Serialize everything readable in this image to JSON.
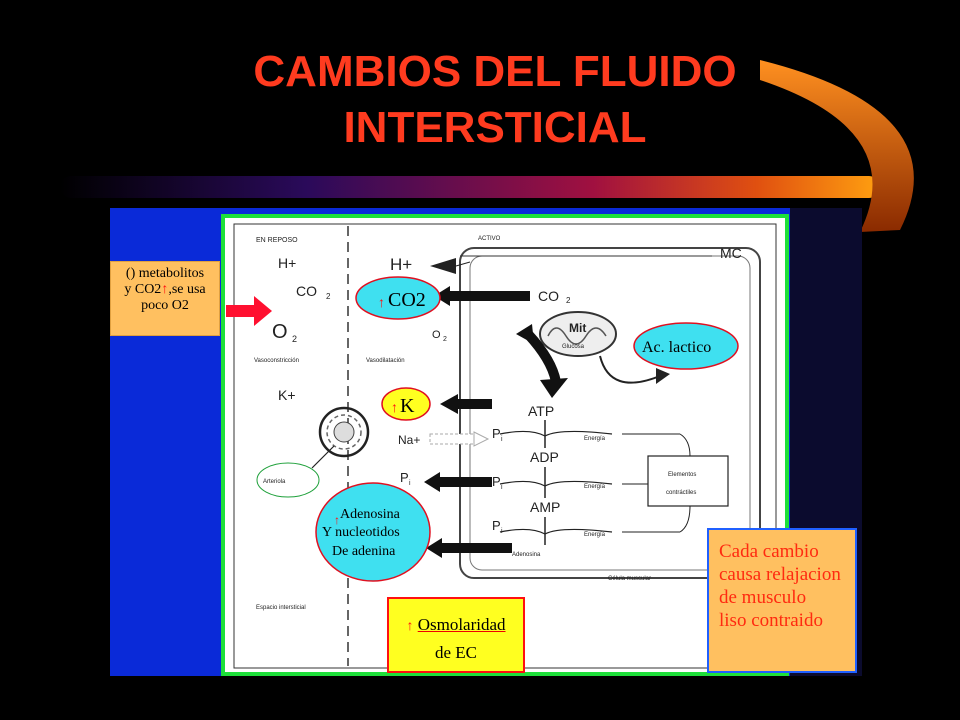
{
  "title": {
    "line1": "CAMBIOS DEL FLUIDO",
    "line2": "INTERSTICIAL"
  },
  "colors": {
    "title": "#ff3b1f",
    "green_frame": "#1ee03a",
    "blue_panel": "#0a2ad8",
    "note_bg": "#ffc060",
    "bubble": "#3fe0f0",
    "bubble_border": "#e01020",
    "osm_bg": "#ffff20"
  },
  "left_note": {
    "line1": "() metabolitos",
    "line2": "y CO2",
    "line2b": ",se usa",
    "line3": "poco O2"
  },
  "diagram": {
    "en_reposo": "EN REPOSO",
    "activo": "ACTIVO",
    "mc": "MC",
    "h_plus_left": "H+",
    "co2_left": "CO",
    "co2_sub": "2",
    "o2_left": "O",
    "o2_sub": "2",
    "vasoconstriccion": "Vasoconstricción",
    "vasodilatacion": "Vasodilatación",
    "k_plus": "K+",
    "na_plus": "Na+",
    "pi_label": "P",
    "pi_sub": "i",
    "arteriola": "Arteriola",
    "espacio": "Espacio intersticial",
    "h_plus_right": "H+",
    "co2_right": "CO",
    "o2_right": "O",
    "mit": "Mit",
    "glucosa": "Glucosa",
    "atp": "ATP",
    "adp": "ADP",
    "amp": "AMP",
    "energia": "Energía",
    "elementos": "Elementos",
    "contractiles": "contráctiles",
    "adenosina_small": "Adenosina",
    "celula": "Célula muscular"
  },
  "bubbles": {
    "co2": "CO2",
    "k": "K",
    "ac_lactico": "Ac. lactico",
    "adenosina_l1": "Adenosina",
    "adenosina_l2": "Y nucleotidos",
    "adenosina_l3": "De adenina"
  },
  "osmolaridad": {
    "line1": "Osmolaridad",
    "line2": "de EC"
  },
  "bottom_note": {
    "line1": "Cada cambio",
    "line2": "causa relajacion",
    "line3": "de musculo",
    "line4": "liso contraido"
  }
}
